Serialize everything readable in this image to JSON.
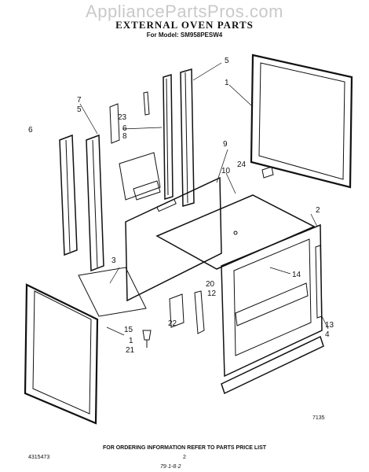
{
  "watermark": "AppliancePartsPros.com",
  "header": {
    "title": "EXTERNAL OVEN PARTS",
    "model": "For Model: SM958PESW4"
  },
  "callouts": {
    "c1_top": "1",
    "c5_top": "5",
    "c7": "7",
    "c5_left": "5",
    "c6_left": "6",
    "c23": "23",
    "c6_mid": "6",
    "c8": "8",
    "c9": "9",
    "c10": "10",
    "c24": "24",
    "c2": "2",
    "c3": "3",
    "c14": "14",
    "c20": "20",
    "c12": "12",
    "c15": "15",
    "c1_bottom": "1",
    "c21": "21",
    "c22": "22",
    "c13": "13",
    "c4": "4"
  },
  "diagram_code": "7135",
  "footer": {
    "part_number": "4315473",
    "ordering_note": "FOR ORDERING INFORMATION REFER TO PARTS PRICE LIST",
    "page_number": "2",
    "handwritten_date": "79·1-8·2"
  }
}
